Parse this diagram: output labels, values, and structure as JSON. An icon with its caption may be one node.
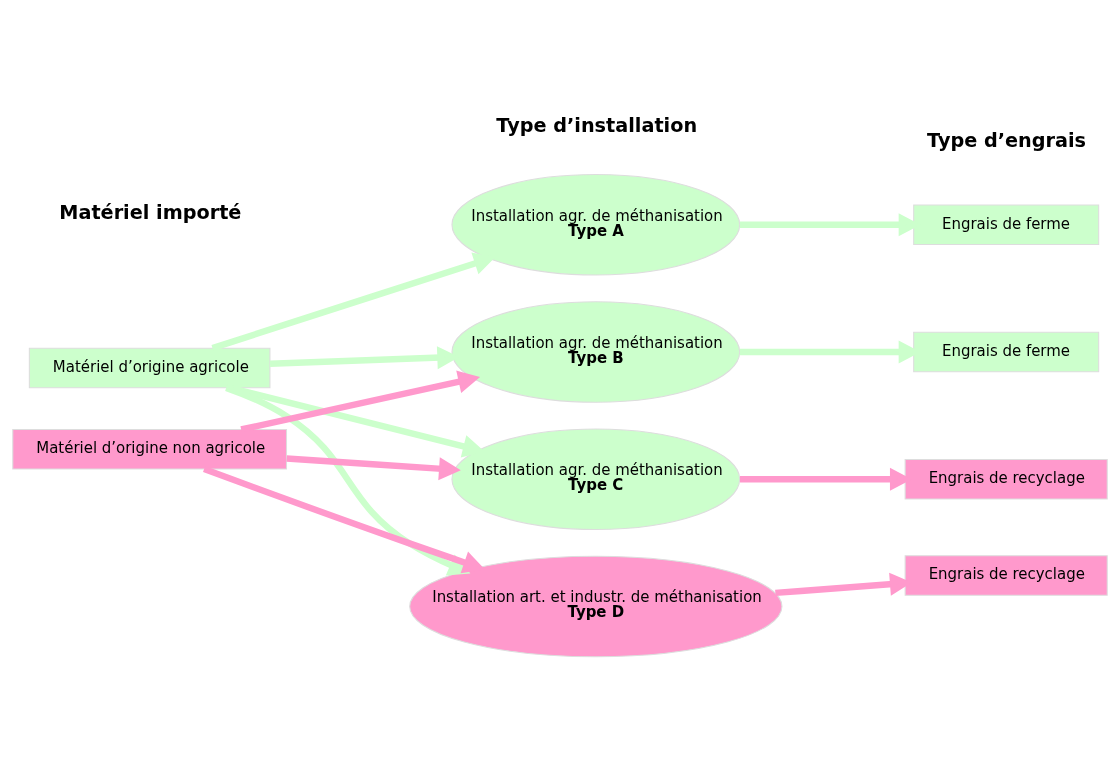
{
  "diagram": {
    "nodes": [
      {
        "text": [
          "Matériel d’origine agricole"
        ]
      },
      {
        "text": [
          "Matériel d’origine non agricole"
        ]
      },
      {
        "text": [
          "Installation agr. de méthanisation",
          "Type A"
        ]
      },
      {
        "text": [
          "Installation agr. de méthanisation",
          "Type B"
        ]
      },
      {
        "text": [
          "Installation agr. de méthanisation",
          "Type C"
        ]
      },
      {
        "text": [
          "Installation art. et industr. de méthanisation",
          "Type D"
        ]
      },
      {
        "text": [
          "Engrais de ferme"
        ]
      },
      {
        "text": [
          "Engrais de ferme"
        ]
      },
      {
        "text": [
          "Engrais de recyclage"
        ]
      },
      {
        "text": [
          "Engrais de recyclage"
        ]
      }
    ],
    "edges": [
      {
        "from": 0,
        "to": 2,
        "arrow": "to"
      },
      {
        "from": 0,
        "to": 3,
        "arrow": "to"
      },
      {
        "from": 0,
        "to": 4,
        "arrow": "to"
      },
      {
        "from": 0,
        "to": 5,
        "arrow": "to"
      },
      {
        "from": 1,
        "to": 3,
        "arrow": "to",
        "color": "#ff99cc"
      },
      {
        "from": 1,
        "to": 4,
        "arrow": "to",
        "color": "#ff99cc"
      },
      {
        "from": 1,
        "to": 5,
        "arrow": "to",
        "color": "#ff99cc"
      },
      {
        "from": 2,
        "to": 6,
        "arrow": "to"
      },
      {
        "from": 3,
        "to": 7,
        "arrow": "to"
      },
      {
        "from": 4,
        "to": 8,
        "arrow": "to",
        "color": "#ff99cc"
      },
      {
        "from": 5,
        "to": 9,
        "arrow": "to",
        "color": "#ff99cc"
      }
    ],
    "labels": [
      "Matériel importé",
      "Type d’installation",
      "Type d’engrais"
    ]
  }
}
